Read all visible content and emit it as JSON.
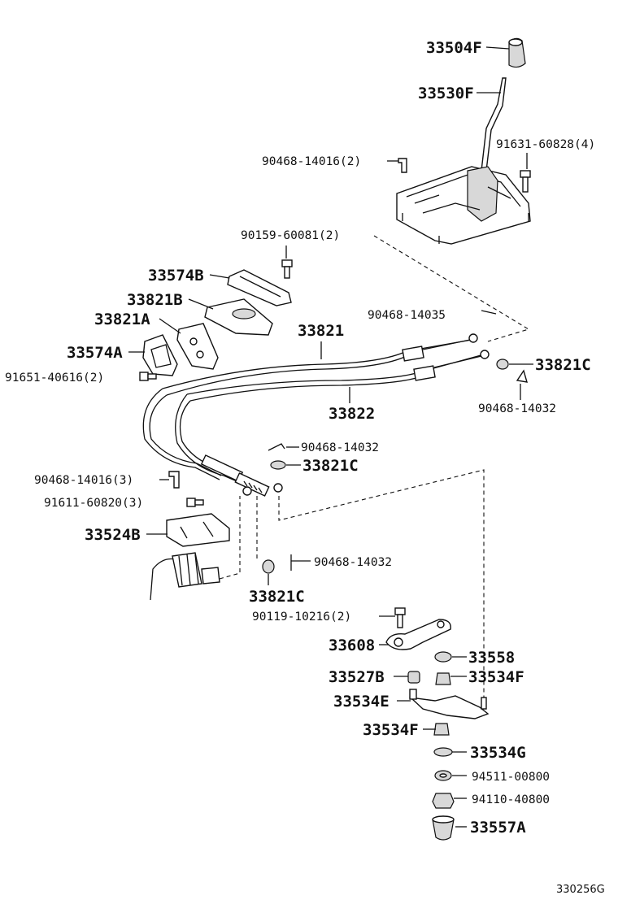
{
  "labels": {
    "knob": "33504F",
    "lever": "33530F",
    "bolt_lever": "91631-60828(4)",
    "clip_top": "90468-14016(2)",
    "bolt_plate": "90159-60081(2)",
    "retainer_b": "33574B",
    "cover_b": "33821B",
    "cover_a": "33821A",
    "retainer_a": "33574A",
    "bolt_retainer": "91651-40616(2)",
    "clip_upper": "90468-14035",
    "cable_shift": "33821",
    "cable_select": "33822",
    "washer_upper": "33821C",
    "clip_washer_upper": "90468-14032",
    "clip_mid": "90468-14032",
    "washer_mid": "33821C",
    "clip_bracket": "90468-14016(3)",
    "bolt_bracket": "91611-60820(3)",
    "bracket": "33524B",
    "clip_lower": "90468-14032",
    "washer_lower": "33821C",
    "bolt_arm": "90119-10216(2)",
    "arm": "33608",
    "bushing_a": "33558",
    "bushing_b": "33527B",
    "bushing_c": "33534F",
    "lever_lower": "33534E",
    "bushing_d": "33534F",
    "washer_g": "33534G",
    "nut_washer": "94511-00800",
    "nut": "94110-40800",
    "boot": "33557A"
  },
  "diagram_code": "330256G"
}
